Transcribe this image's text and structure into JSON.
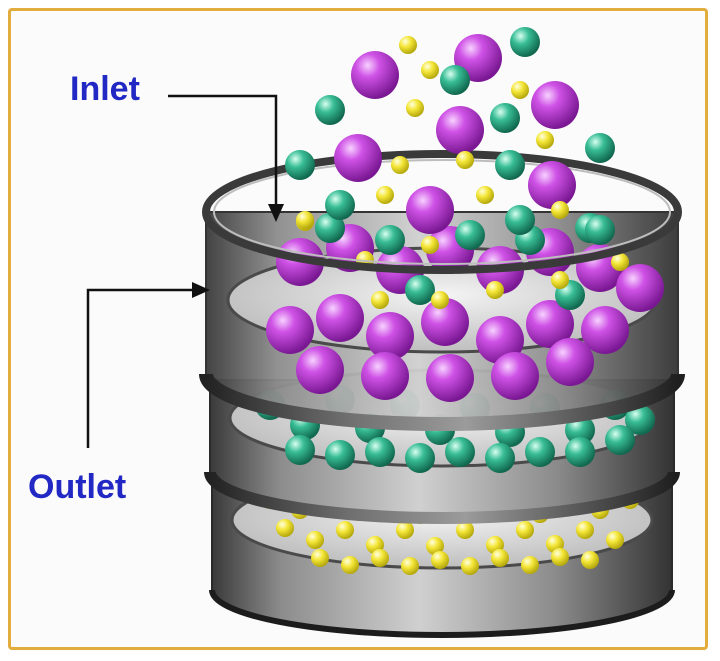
{
  "labels": {
    "inlet": "Inlet",
    "outlet": "Outlet"
  },
  "colors": {
    "frame": "#e2ad3c",
    "label_text": "#2228c4",
    "large_particle": "#c23fd8",
    "medium_particle": "#33b892",
    "small_particle": "#f0e32e",
    "sieve_metal": "#6e6e6e"
  },
  "particles": {
    "large": "purple-sphere",
    "medium": "green-sphere",
    "small": "yellow-sphere"
  }
}
